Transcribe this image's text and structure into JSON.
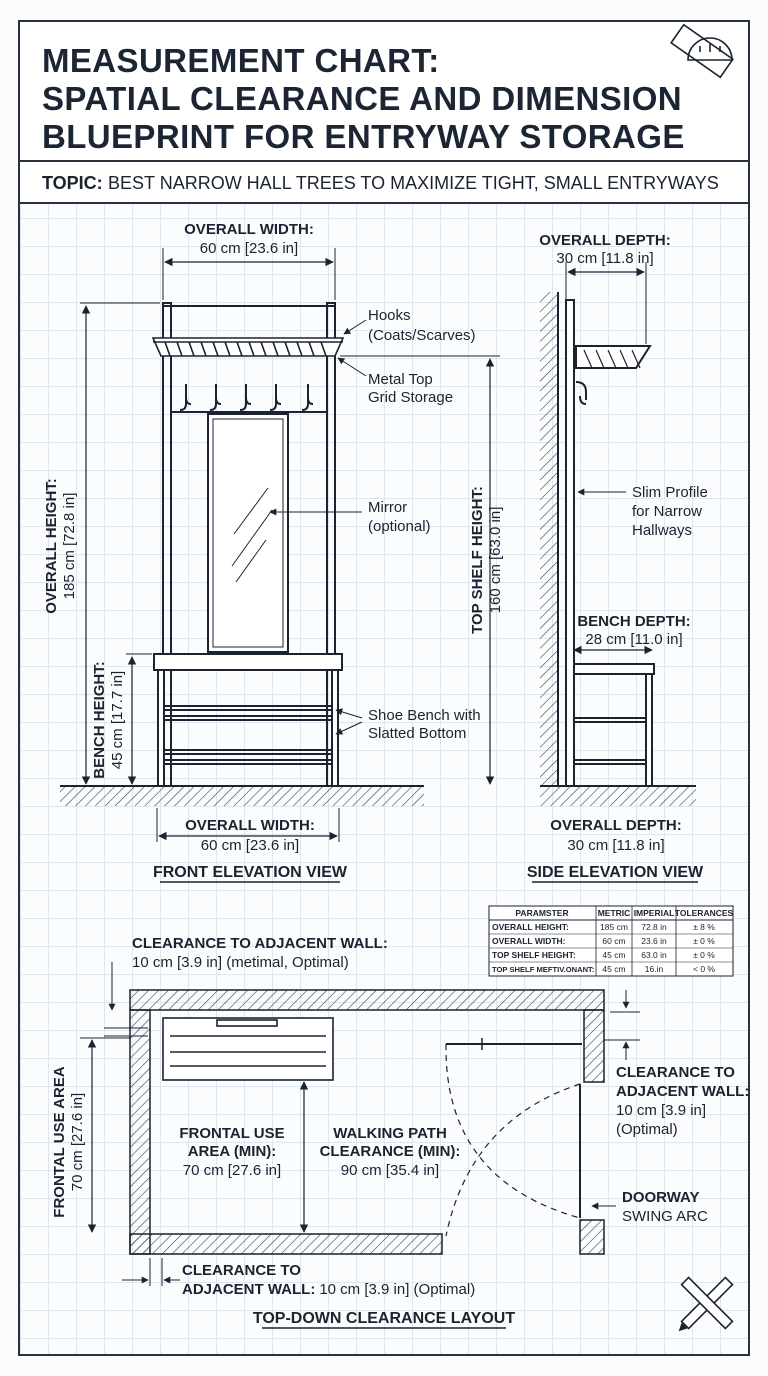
{
  "title": {
    "line1": "MEASUREMENT CHART:",
    "line2": "SPATIAL CLEARANCE AND DIMENSION",
    "line3": "BLUEPRINT FOR ENTRYWAY STORAGE"
  },
  "topic": {
    "label": "TOPIC:",
    "text": "BEST NARROW HALL TREES TO MAXIMIZE TIGHT, SMALL ENTRYWAYS"
  },
  "front_view": {
    "view_title": "FRONT ELEVATION VIEW",
    "overall_width_top": {
      "label": "OVERALL WIDTH:",
      "value": "60 cm [23.6 in]"
    },
    "overall_width_bottom": {
      "label": "OVERALL WIDTH:",
      "value": "60 cm [23.6 in]"
    },
    "overall_height": {
      "label": "OVERALL HEIGHT:",
      "value": "185 cm [72.8 in]"
    },
    "bench_height": {
      "label": "BENCH HEIGHT:",
      "value": "45 cm [17.7 in]"
    },
    "top_shelf_height": {
      "label": "TOP SHELF HEIGHT:",
      "value": "160 cm [63.0 in]"
    },
    "hooks": {
      "line1": "Hooks",
      "line2": "(Coats/Scarves)"
    },
    "metal_top": {
      "line1": "Metal Top",
      "line2": "Grid Storage"
    },
    "mirror": {
      "line1": "Mirror",
      "line2": "(optional)"
    },
    "shoe_bench": {
      "line1": "Shoe Bench with",
      "line2": "Slatted Bottom"
    }
  },
  "side_view": {
    "view_title": "SIDE ELEVATION VIEW",
    "overall_depth_top": {
      "label": "OVERALL DEPTH:",
      "value": "30 cm [11.8 in]"
    },
    "overall_depth_bottom": {
      "label": "OVERALL DEPTH:",
      "value": "30 cm [11.8 in]"
    },
    "slim_profile": {
      "line1": "Slim Profile",
      "line2": "for Narrow",
      "line3": "Hallways"
    },
    "bench_depth": {
      "label": "BENCH DEPTH:",
      "value": "28 cm [11.0 in]"
    }
  },
  "table": {
    "headers": [
      "PARAMSTER",
      "METRIC",
      "IMPERIAL",
      "TOLERANCES"
    ],
    "rows": [
      [
        "OVERALL HEIGHT:",
        "185 cm",
        "72.8 in",
        "± 8 %"
      ],
      [
        "OVERALL WIDTH:",
        "60 cm",
        "23.6 in",
        "± 0 %"
      ],
      [
        "TOP SHELF HEIGHT:",
        "45 cm",
        "63.0 in",
        "± 0 %"
      ],
      [
        "TOP SHELF MEFTIV.ONANT:",
        "45 cm",
        "16.in",
        "< 0 %"
      ]
    ]
  },
  "plan_view": {
    "view_title": "TOP-DOWN CLEARANCE LAYOUT",
    "clearance_top": {
      "label": "CLEARANCE TO ADJACENT WALL:",
      "value": "10 cm [3.9 in] (metimal, Optimal)"
    },
    "clearance_right": {
      "line1": "CLEARANCE TO",
      "line2": "ADJACENT WALL:",
      "line3": "10 cm [3.9 in]",
      "line4": "(Optimal)"
    },
    "clearance_bottom": {
      "line1": "CLEARANCE TO",
      "line2_bold": "ADJACENT WALL:",
      "line2_rest": "10 cm [3.9 in] (Optimal)"
    },
    "frontal_use_side": {
      "label": "FRONTAL USE AREA",
      "value": "70 cm [27.6 in]"
    },
    "frontal_use_center": {
      "line1": "FRONTAL USE",
      "line2": "AREA (MIN):",
      "line3": "70 cm [27.6 in]"
    },
    "walking_path": {
      "line1": "WALKING PATH",
      "line2": "CLEARANCE (MIN):",
      "line3": "90 cm [35.4 in]"
    },
    "doorway": {
      "line1": "DOORWAY",
      "line2": "SWING ARC"
    }
  },
  "icons": [
    "ruler-protractor-icon",
    "pencil-ruler-icon"
  ],
  "colors": {
    "ink": "#1b2230",
    "grid": "#dfe5ec",
    "paper": "#fbfcfd"
  }
}
